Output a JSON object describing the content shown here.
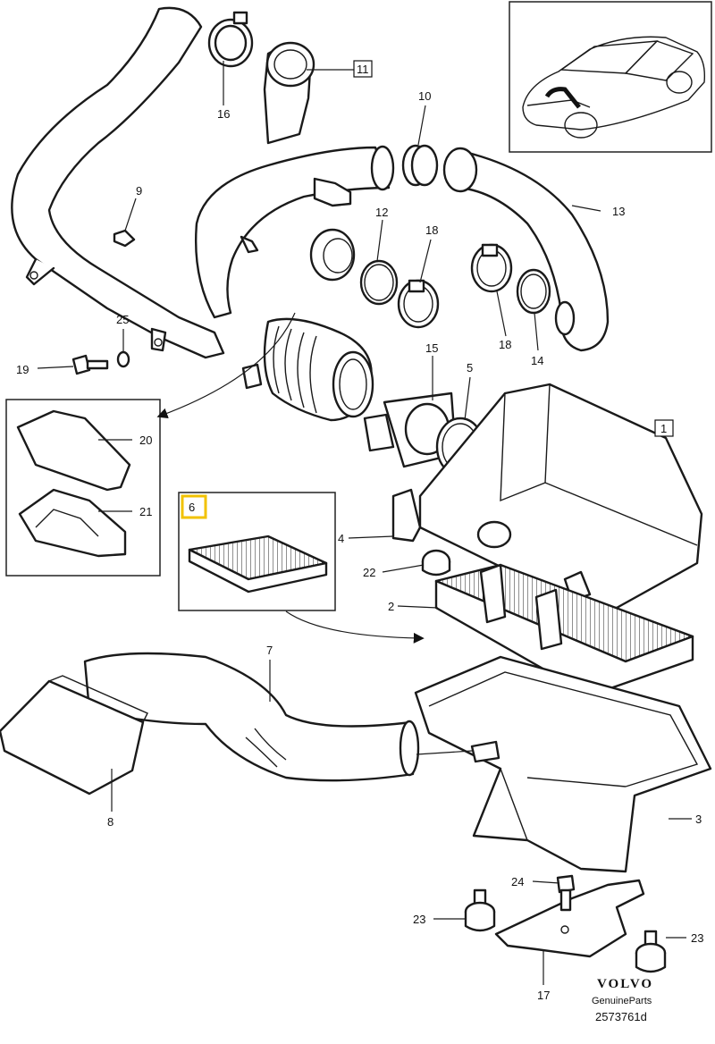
{
  "callouts": {
    "c1": "1",
    "c2": "2",
    "c3": "3",
    "c4": "4",
    "c5": "5",
    "c6": "6",
    "c7": "7",
    "c8": "8",
    "c9": "9",
    "c10": "10",
    "c11": "11",
    "c12": "12",
    "c13": "13",
    "c14": "14",
    "c15": "15",
    "c16": "16",
    "c17": "17",
    "c18a": "18",
    "c18b": "18",
    "c19": "19",
    "c20": "20",
    "c21": "21",
    "c22": "22",
    "c23a": "23",
    "c23b": "23",
    "c24": "24",
    "c25": "25"
  },
  "footer": {
    "brand": "VOLVO",
    "brand_sub": "GenuineParts",
    "ref_number": "2573761d"
  },
  "colors": {
    "line": "#1a1a1a",
    "highlight_box": "#f2c200",
    "background": "#ffffff"
  }
}
